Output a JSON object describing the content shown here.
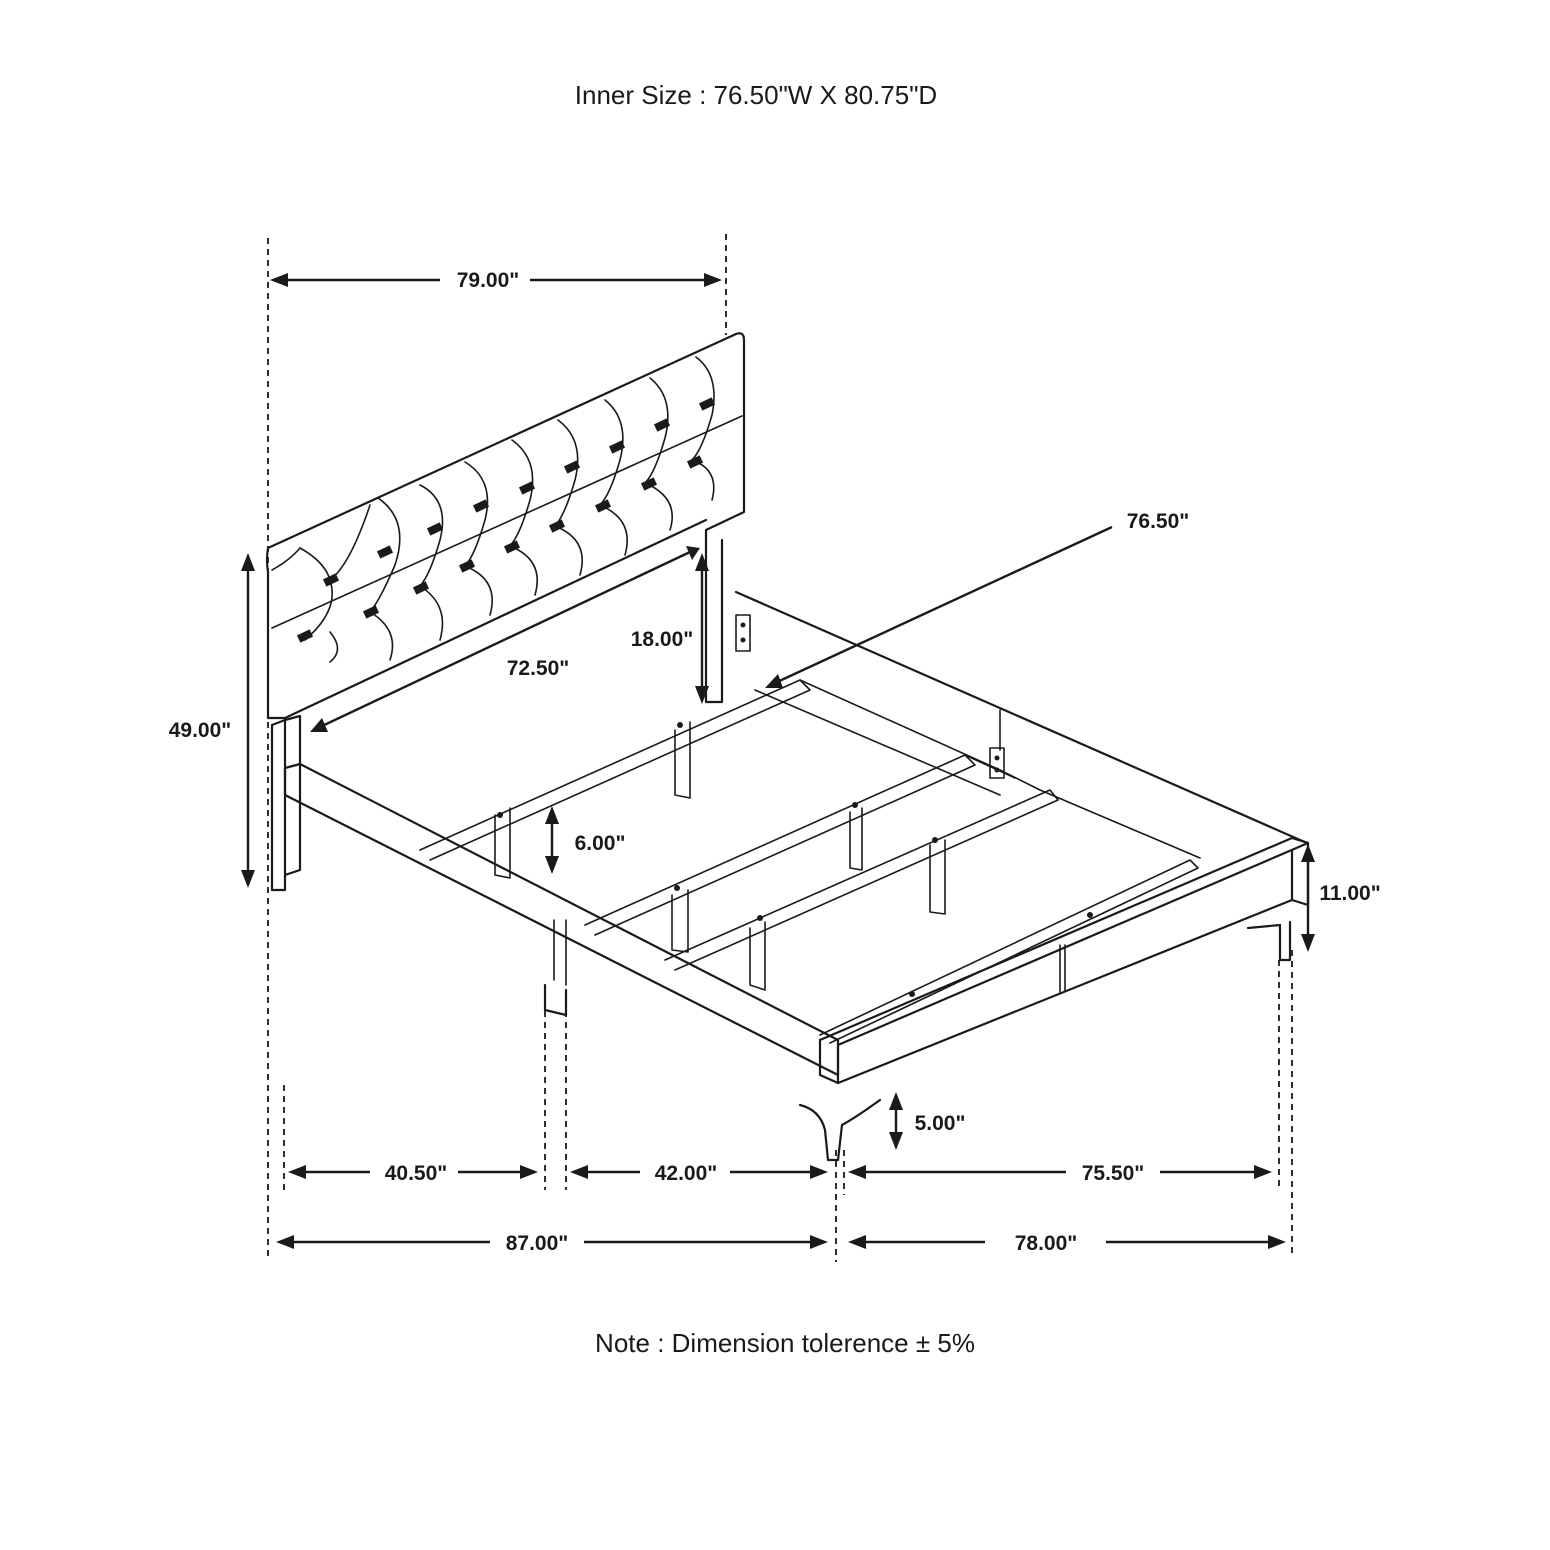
{
  "header": {
    "inner_size": "Inner Size : 76.50\"W X 80.75\"D"
  },
  "footer": {
    "note": "Note : Dimension tolerence  ± 5%"
  },
  "dimensions": {
    "headboard_width": "79.00\"",
    "headboard_height": "49.00\"",
    "headboard_inner_width": "72.50\"",
    "headboard_panel_height": "18.00\"",
    "inner_width": "76.50\"",
    "slat_height": "6.00\"",
    "footboard_height": "11.00\"",
    "leg_height": "5.00\"",
    "side_segment_a": "40.50\"",
    "side_segment_b": "42.00\"",
    "foot_inner_width": "75.50\"",
    "overall_length": "87.00\"",
    "overall_width": "78.00\""
  }
}
